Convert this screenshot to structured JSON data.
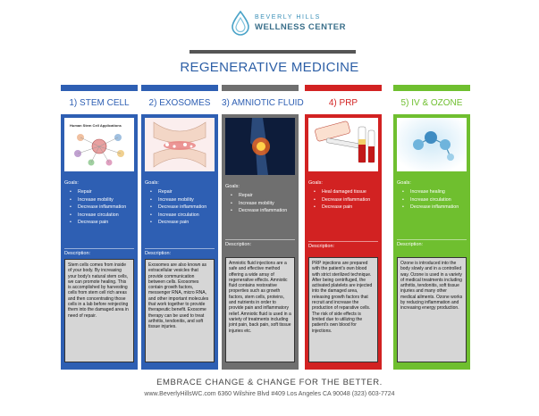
{
  "header": {
    "logo_line1": "BEVERLY HILLS",
    "logo_line2": "WELLNESS CENTER",
    "title": "REGENERATIVE MEDICINE"
  },
  "colors": {
    "stem": "#2e5fb3",
    "exo": "#2e5fb3",
    "amnio": "#6f6f6f",
    "prp": "#d22222",
    "iv": "#6fbf2f"
  },
  "columns": [
    {
      "title": "1) STEM CELL",
      "image_label": "Human Stem Cell Applications",
      "goals_label": "Goals:",
      "goals": [
        "Repair",
        "Increase mobility",
        "Decrease inflammation",
        "Increase circulation",
        "Decrease pain"
      ],
      "desc_label": "Description:",
      "description": "Stem cells comes from inside of your body. By increasing your body's natural stem cells, we can promote healing. This is accomplished by harvesting cells from stem cell rich areas and then concentrating those cells in a lab before reinjecting them into the damaged area in need of repair."
    },
    {
      "title": "2) EXOSOMES",
      "goals_label": "Goals:",
      "goals": [
        "Repair",
        "Increase mobility",
        "Decrease inflammation",
        "Increase circulation",
        "Decrease pain"
      ],
      "desc_label": "Description:",
      "description": "Exosomes are also known as extracellular vesicles that provide communication between cells. Exosomes contain growth factors, messenger RNA, micro RNA, and other important molecules that work together to provide therapeutic benefit. Exosome therapy can be used to treat arthritis, tendonitis, and soft tissue injuries."
    },
    {
      "title": "3) AMNIOTIC FLUID",
      "goals_label": "Goals:",
      "goals": [
        "Repair",
        "Increase mobility",
        "Decrease inflammation"
      ],
      "desc_label": "Description:",
      "description": "Amniotic fluid injections are a safe and effective method offering a wide array of regenerative effects. Amniotic fluid contains restorative properties such as growth factors, stem cells, proteins, and nutrients in order to provide pain and inflammatory relief. Amniotic fluid is used in a variety of treatments including joint pain, back pain, soft tissue injuries etc."
    },
    {
      "title": "4) PRP",
      "goals_label": "Goals:",
      "goals": [
        "Heal damaged tissue",
        "Decrease inflammation",
        "Decrease pain"
      ],
      "desc_label": "Description:",
      "description": "PRP injections are prepared with the patient's own blood with strict sterilized technique. After being centrifuged, the activated platelets are injected into the damaged area, releasing growth factors that recruit and increase the production of reparative cells. The risk of side effects is limited due to utilizing the patient's own blood for injections."
    },
    {
      "title": "5) IV & OZONE",
      "goals_label": "Goals:",
      "goals": [
        "Increase healing",
        "Increase circulation",
        "Decrease inflammation"
      ],
      "desc_label": "Description:",
      "description": "Ozone is introduced into the body slowly and in a controlled way. Ozone is used in a variety of medical treatments including arthritis, tendonitis, soft tissue injuries and many other medical ailments. Ozone works by reducing inflammation and increasing energy production."
    }
  ],
  "footer": {
    "tagline": "EMBRACE CHANGE & CHANGE FOR THE BETTER.",
    "contact": "www.BeverlyHillsWC.com  6360 Wilshire Blvd #409 Los Angeles CA 90048  (323) 603-7724"
  }
}
